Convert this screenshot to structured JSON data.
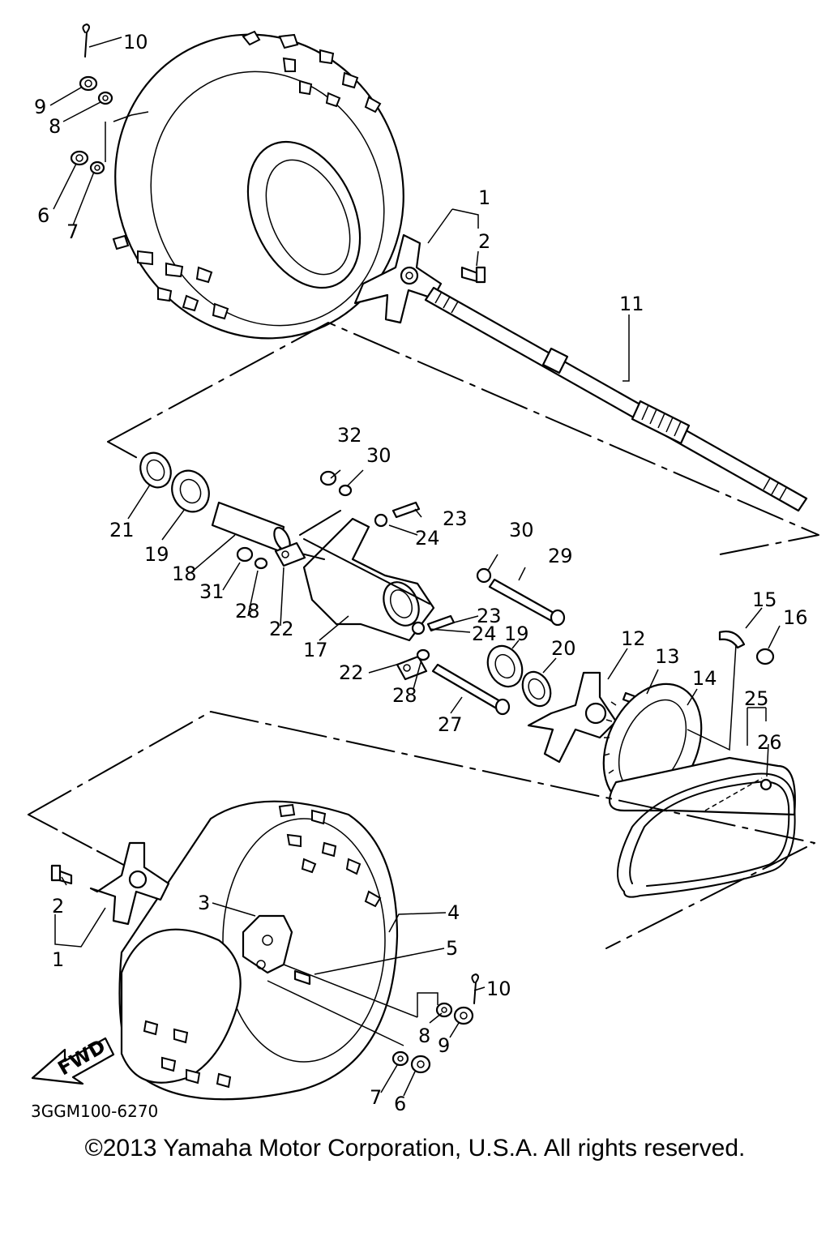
{
  "diagram": {
    "code": "3GGM100-6270",
    "fwd_label": "FWD",
    "callouts": {
      "top_10": "10",
      "top_9": "9",
      "top_8": "8",
      "top_6": "6",
      "top_7": "7",
      "top_1": "1",
      "top_2": "2",
      "c11": "11",
      "c32": "32",
      "c30a": "30",
      "c21": "21",
      "c19a": "19",
      "c18": "18",
      "c23a": "23",
      "c24a": "24",
      "c30b": "30",
      "c29": "29",
      "c31": "31",
      "c28a": "28",
      "c22a": "22",
      "c17": "17",
      "c23b": "23",
      "c24b": "24",
      "c19b": "19",
      "c20": "20",
      "c12": "12",
      "c13": "13",
      "c14": "14",
      "c15": "15",
      "c16": "16",
      "c25": "25",
      "c26": "26",
      "c22b": "22",
      "c28b": "28",
      "c27": "27",
      "bot_2": "2",
      "bot_1": "1",
      "c3": "3",
      "c4": "4",
      "c5": "5",
      "bot_10": "10",
      "bot_8": "8",
      "bot_9": "9",
      "bot_7": "7",
      "bot_6": "6"
    }
  },
  "footer": {
    "copyright": "©2013 Yamaha Motor Corporation, U.S.A. All rights reserved."
  }
}
